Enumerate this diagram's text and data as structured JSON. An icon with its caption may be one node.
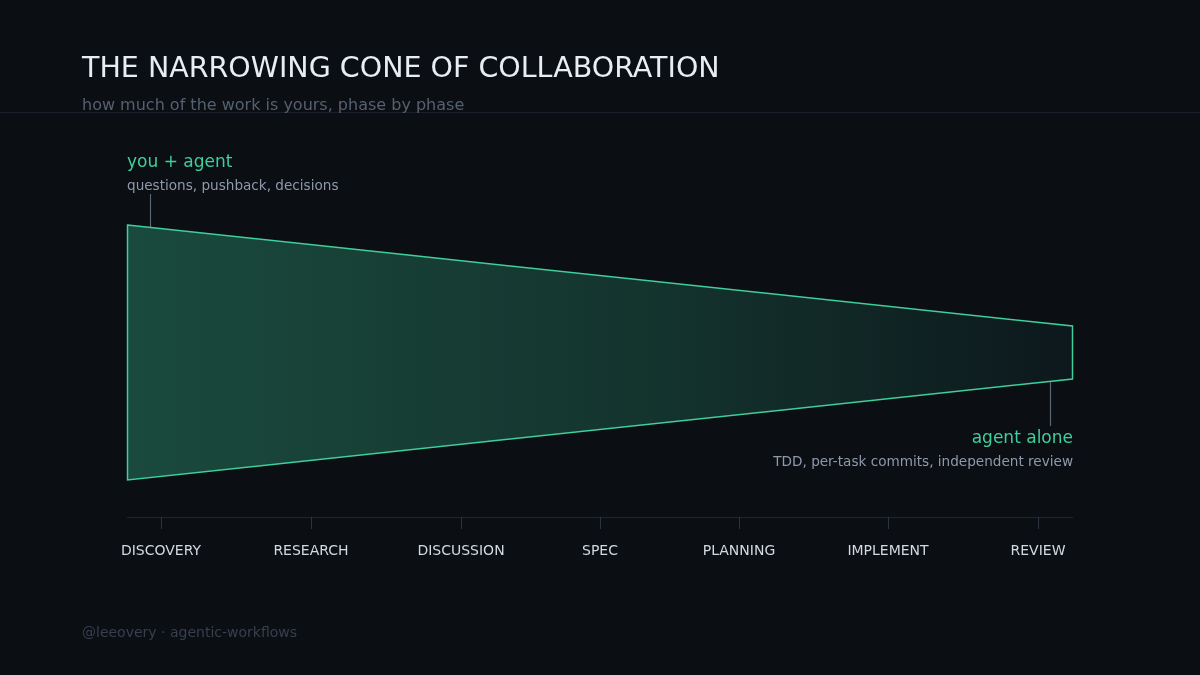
{
  "diagram": {
    "title": "THE NARROWING CONE OF COLLABORATION",
    "nodes": [
      {
        "text": [
          "you + agent",
          "questions, pushback, decisions"
        ]
      },
      {
        "text": [],
        "shape": "trapezoid"
      },
      {
        "text": [
          "agent alone",
          "TDD, per-task commits, independent review"
        ]
      }
    ],
    "edges": [
      {
        "from": 0,
        "to": 1,
        "arrow": "none"
      },
      {
        "from": 2,
        "to": 1,
        "arrow": "none"
      }
    ],
    "labels": [
      "how much of the work is yours, phase by phase",
      "DISCOVERY",
      "RESEARCH",
      "DISCUSSION",
      "SPEC",
      "PLANNING",
      "IMPLEMENT",
      "REVIEW",
      "@leeovery · agentic-workflows"
    ]
  }
}
